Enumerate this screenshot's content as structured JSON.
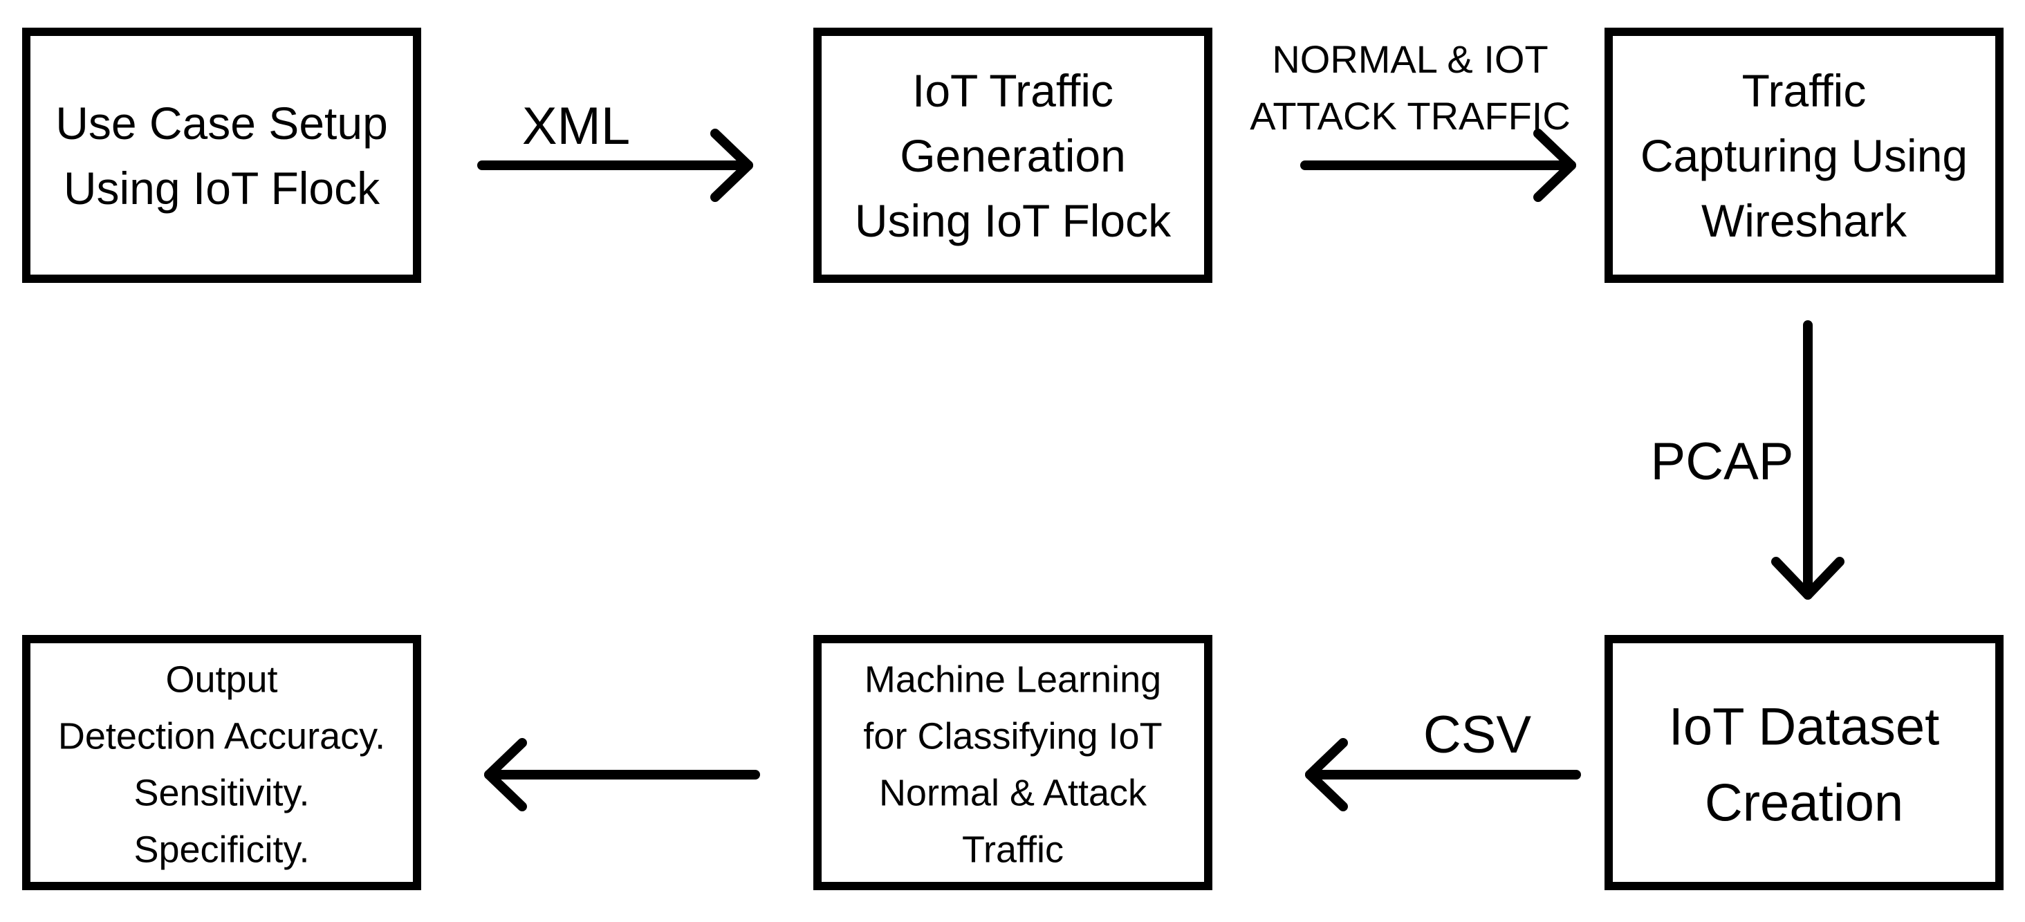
{
  "diagram": {
    "nodes": [
      {
        "id": "use-case-setup",
        "lines": [
          "Use Case Setup",
          "Using IoT Flock"
        ]
      },
      {
        "id": "iot-traffic-generation",
        "lines": [
          "IoT Traffic",
          "Generation",
          "Using IoT Flock"
        ]
      },
      {
        "id": "traffic-capturing",
        "lines": [
          "Traffic",
          "Capturing Using",
          "Wireshark"
        ]
      },
      {
        "id": "iot-dataset-creation",
        "lines": [
          "IoT Dataset",
          "Creation"
        ]
      },
      {
        "id": "machine-learning",
        "lines": [
          "Machine Learning",
          "for Classifying IoT",
          "Normal & Attack",
          "Traffic"
        ]
      },
      {
        "id": "output",
        "lines": [
          "Output",
          "Detection Accuracy.",
          "Sensitivity.",
          "Specificity."
        ]
      }
    ],
    "edges": [
      {
        "from": "use-case-setup",
        "to": "iot-traffic-generation",
        "lines": [
          "XML"
        ]
      },
      {
        "from": "iot-traffic-generation",
        "to": "traffic-capturing",
        "lines": [
          "NORMAL & IOT",
          "ATTACK TRAFFIC"
        ]
      },
      {
        "from": "traffic-capturing",
        "to": "iot-dataset-creation",
        "lines": [
          "PCAP"
        ]
      },
      {
        "from": "iot-dataset-creation",
        "to": "machine-learning",
        "lines": [
          "CSV"
        ]
      },
      {
        "from": "machine-learning",
        "to": "output",
        "lines": []
      }
    ]
  },
  "colors": {
    "stroke": "#000000",
    "background": "#ffffff"
  }
}
